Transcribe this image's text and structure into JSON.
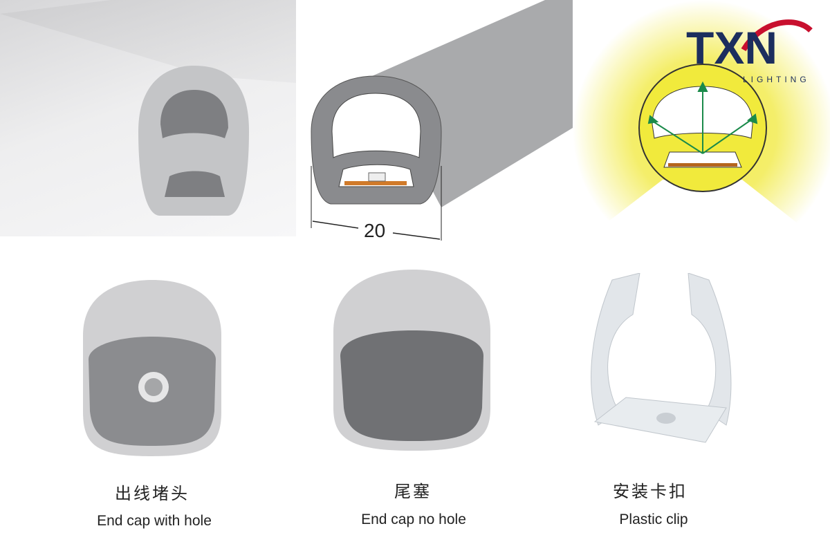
{
  "logo": {
    "brand": "TXN",
    "sub": "LIGHTING",
    "brand_color": "#1c2e5e",
    "arc_color": "#c8102e"
  },
  "dimension": {
    "value": "20"
  },
  "accessories": [
    {
      "cn": "出线堵头",
      "en": "End cap with hole",
      "icon": "end-cap-with-hole"
    },
    {
      "cn": "尾塞",
      "en": "End cap no hole",
      "icon": "end-cap-no-hole"
    },
    {
      "cn": "安装卡扣",
      "en": "Plastic clip",
      "icon": "plastic-clip"
    }
  ],
  "colors": {
    "profile_gray": "#a9aaac",
    "glow_yellow": "#f3ec4a",
    "arrow_green": "#1a8a4a"
  }
}
